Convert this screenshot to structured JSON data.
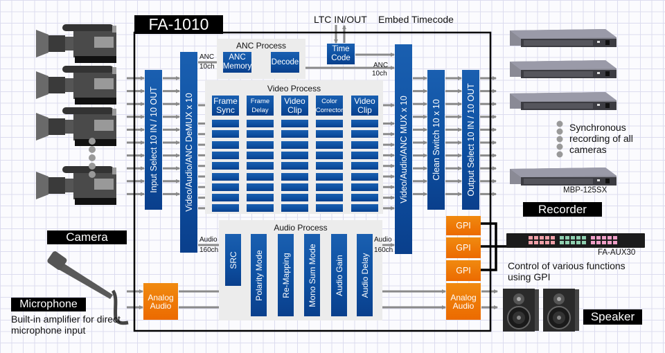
{
  "device": {
    "title": "FA-1010"
  },
  "top_labels": {
    "ltc": "LTC IN/OUT",
    "embed": "Embed Timecode"
  },
  "input_select": "Input Select 10 IN / 10 OUT",
  "demux": "Video/Audio/ANC DeMUX x 10",
  "mux": "Video/Audio/ANC MUX x 10",
  "clean_switch": "Clean Switch 10 x 10",
  "output_select": "Output Select 10 IN / 10 OUT",
  "anc": {
    "title": "ANC Process",
    "in_label": "ANC",
    "in_ch": "10ch",
    "out_label": "ANC",
    "out_ch": "10ch",
    "memory": "ANC Memory",
    "decode": "Decode",
    "timecode": "Time Code"
  },
  "video": {
    "title": "Video Process",
    "modules": [
      "Frame Sync",
      "Frame Delay",
      "Video Clip",
      "Color Corrector",
      "Video Clip"
    ],
    "channel_rows": 9
  },
  "audio": {
    "title": "Audio Process",
    "in_label": "Audio",
    "in_ch": "160ch",
    "out_label": "Audio",
    "out_ch": "160ch",
    "modules": [
      "SRC",
      "Polarity Mode",
      "Re-Mapping",
      "Mono Sum Mode",
      "Audio Gain",
      "Audio Delay"
    ]
  },
  "analog_in": "Analog Audio",
  "analog_out": "Analog Audio",
  "gpi": [
    "GPI",
    "GPI",
    "GPI"
  ],
  "camera": {
    "label": "Camera",
    "count_shown": 4
  },
  "microphone": {
    "label": "Microphone",
    "note": "Built-in amplifier for direct microphone input"
  },
  "recorder": {
    "label": "Recorder",
    "model": "MBP-125SX",
    "note": "Synchronous recording of all cameras",
    "count_shown": 4
  },
  "aux": {
    "model": "FA-AUX30",
    "note": "Control of various functions using GPI"
  },
  "speaker": {
    "label": "Speaker"
  },
  "colors": {
    "blue": "#0d4fa0",
    "orange": "#ee7300",
    "arrow": "#8a8a8a",
    "panel": "#ececec"
  }
}
